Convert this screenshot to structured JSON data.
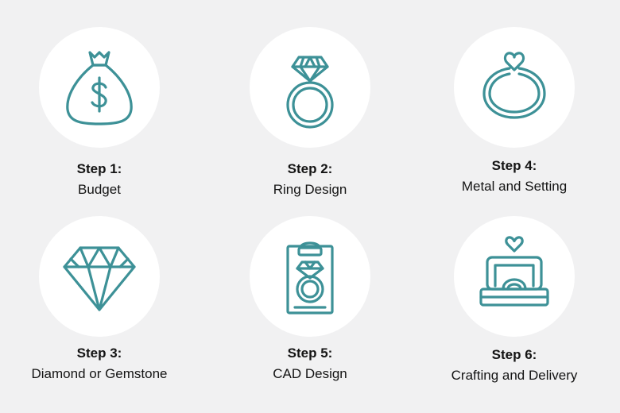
{
  "steps": [
    {
      "number": "Step 1:",
      "label": "Budget",
      "icon": "money-bag-icon"
    },
    {
      "number": "Step 2:",
      "label": "Ring Design",
      "icon": "diamond-ring-icon"
    },
    {
      "number": "Step 4:",
      "label": "Metal and Setting",
      "icon": "heart-ring-icon"
    },
    {
      "number": "Step 3:",
      "label": "Diamond or Gemstone",
      "icon": "diamond-icon"
    },
    {
      "number": "Step 5:",
      "label": "CAD Design",
      "icon": "clipboard-ring-icon"
    },
    {
      "number": "Step 6:",
      "label": "Crafting and Delivery",
      "icon": "ring-box-icon"
    }
  ],
  "colors": {
    "background": "#f1f1f2",
    "circle": "#ffffff",
    "icon": "#3d9197",
    "text": "#141414"
  }
}
